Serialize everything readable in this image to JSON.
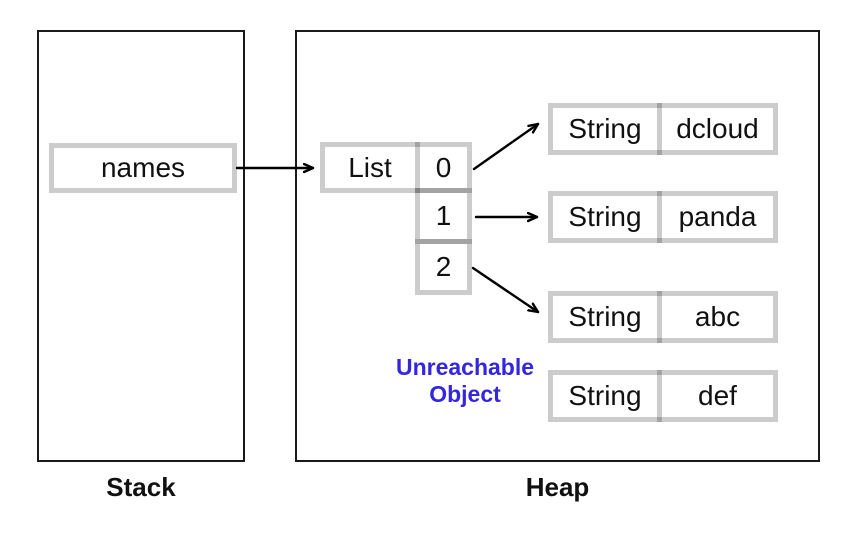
{
  "diagram": {
    "regions": {
      "stack": {
        "label": "Stack"
      },
      "heap": {
        "label": "Heap"
      }
    },
    "stack_variable": {
      "name": "names"
    },
    "list_object": {
      "type_label": "List",
      "indices": [
        "0",
        "1",
        "2"
      ]
    },
    "string_objects": [
      {
        "type_label": "String",
        "value": "dcloud"
      },
      {
        "type_label": "String",
        "value": "panda"
      },
      {
        "type_label": "String",
        "value": "abc"
      },
      {
        "type_label": "String",
        "value": "def"
      }
    ],
    "annotation": {
      "line1": "Unreachable",
      "line2": "Object"
    },
    "colors": {
      "annotation_blue": "#3425df",
      "object_border_gray": "#cccccc",
      "border_joint_gray": "#a3a3a3",
      "region_outline_black": "#1a1a1a",
      "arrow_black": "#000000"
    }
  }
}
